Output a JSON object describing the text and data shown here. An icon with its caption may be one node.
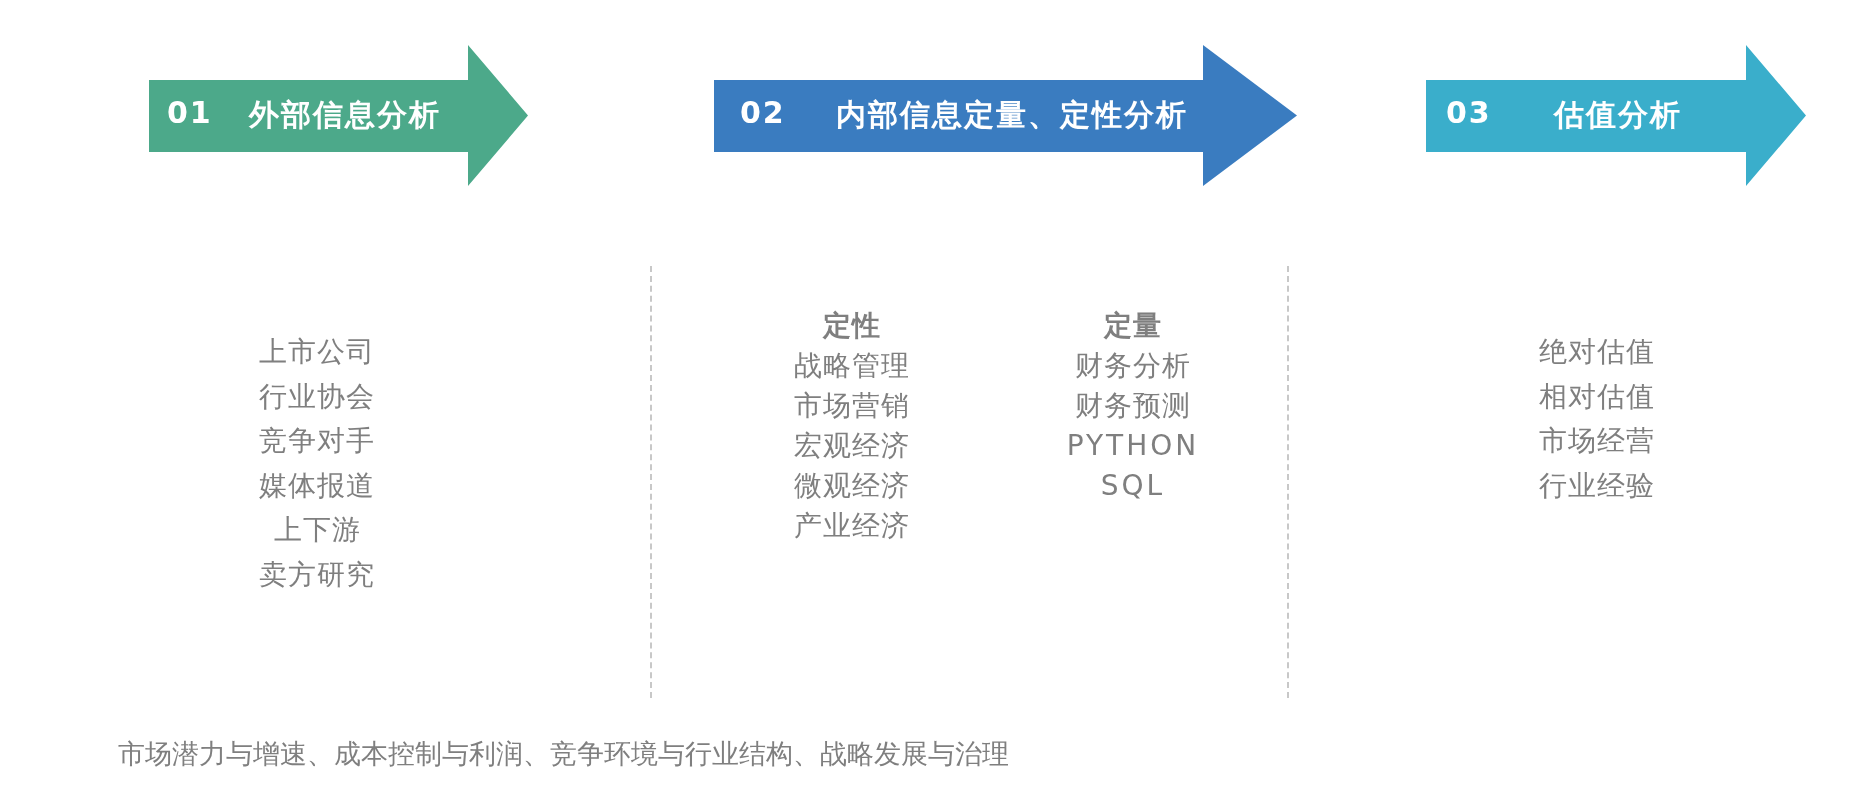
{
  "diagram": {
    "nodes": [
      {
        "text": [
          "01",
          "外部信息分析"
        ]
      },
      {
        "text": [
          "02",
          "内部信息定量、定性分析"
        ]
      },
      {
        "text": [
          "03",
          "估值分析"
        ]
      }
    ],
    "labels": [
      "上市公司",
      "行业协会",
      "竞争对手",
      "媒体报道",
      "上下游",
      "卖方研究",
      "定性",
      "战略管理",
      "市场营销",
      "宏观经济",
      "微观经济",
      "产业经济",
      "定量",
      "财务分析",
      "财务预测",
      "PYTHON",
      "SQL",
      "绝对估值",
      "相对估值",
      "市场经营",
      "行业经验",
      "市场潜力与增速、成本控制与利润、竞争环境与行业结构、战略发展与治理"
    ]
  }
}
